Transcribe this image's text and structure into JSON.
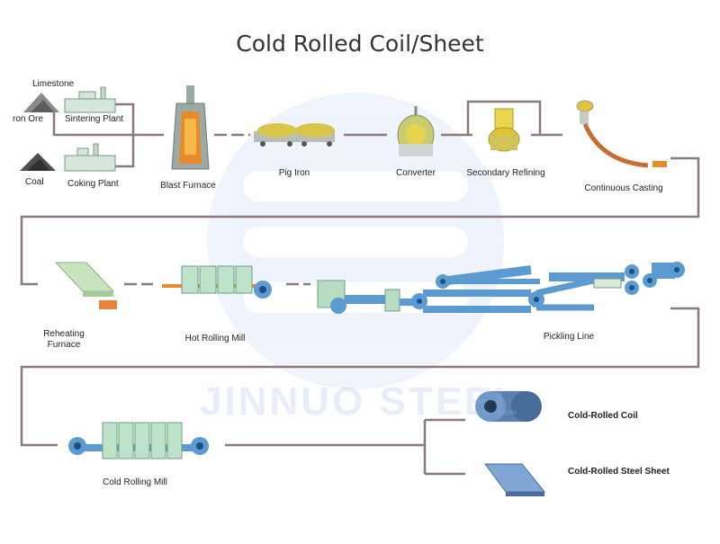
{
  "title": "Cold Rolled Coil/Sheet",
  "watermark": "JINNUO STEEL",
  "colors": {
    "connector": "#8c7a7a",
    "equipment_blue": "#5b9bd1",
    "equipment_green": "#b7dcc4",
    "furnace_orange": "#e98a2a",
    "converter_yellow": "#d9c54a",
    "watermark_blue": "#c9d9f1"
  },
  "raw_materials": {
    "limestone": "Limestone",
    "iron_ore": "ron Ore",
    "sintering_plant": "Sintering Plant",
    "coal": "Coal",
    "coking_plant": "Coking Plant"
  },
  "stages": {
    "blast_furnace": "Blast Furnace",
    "pig_iron": "Pig Iron",
    "converter": "Converter",
    "secondary_refining": "Secondary Refining",
    "continuous_casting": "Continuous Casting",
    "reheating_furnace_line1": "Reheating",
    "reheating_furnace_line2": "Furnace",
    "hot_rolling_mill": "Hot Rolling Mill",
    "pickling_line": "Pickling Line",
    "cold_rolling_mill": "Cold Rolling Mill"
  },
  "products": {
    "coil": "Cold-Rolled Coil",
    "sheet": "Cold-Rolled Steel Sheet"
  }
}
